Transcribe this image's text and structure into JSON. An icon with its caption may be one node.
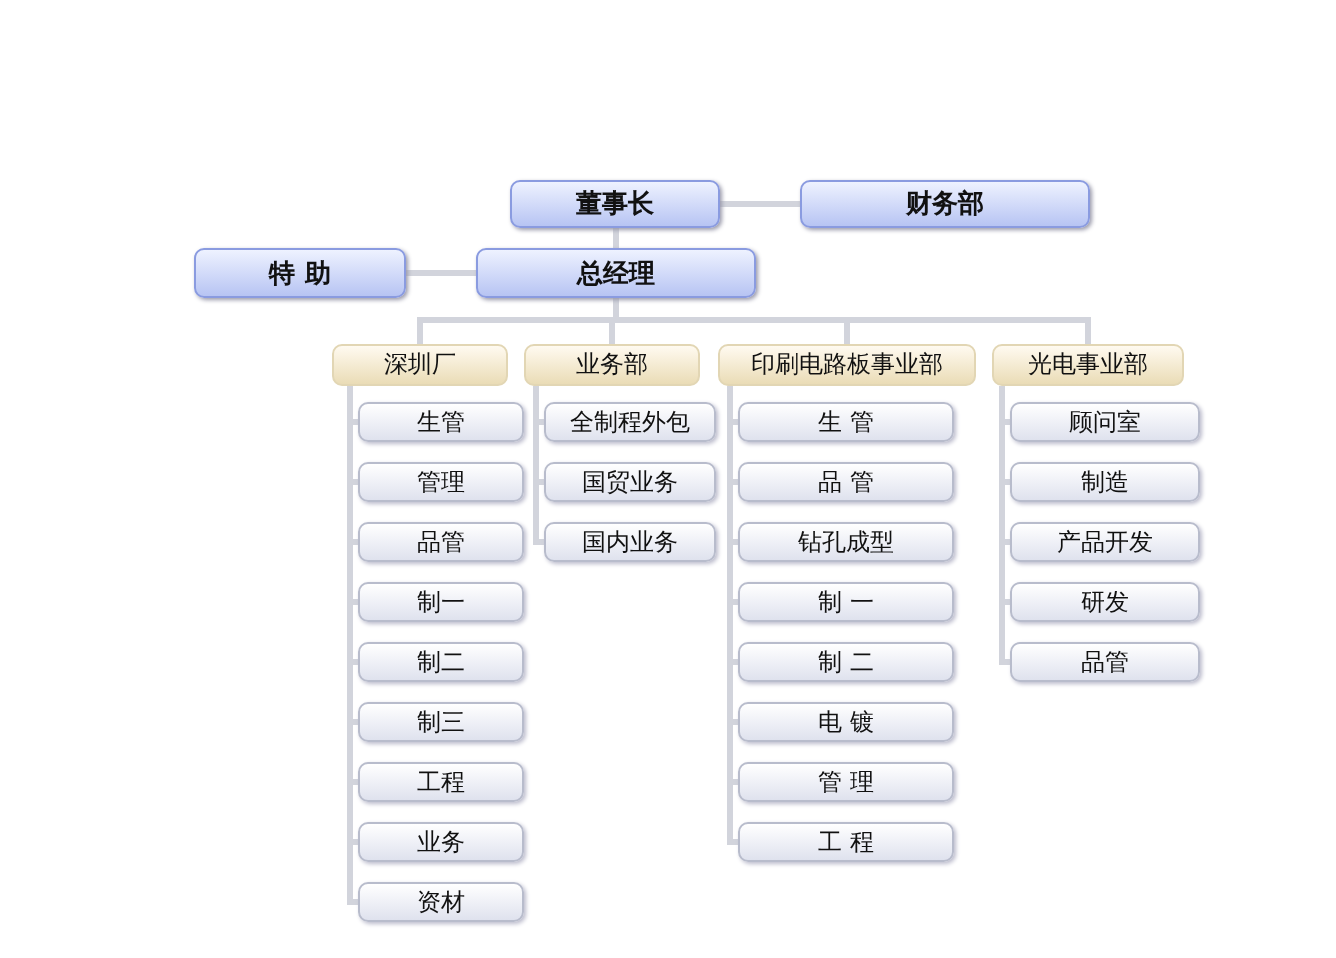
{
  "diagram": {
    "nodes": [
      {
        "text": [
          "董事长"
        ]
      },
      {
        "text": [
          "财务部"
        ]
      },
      {
        "text": [
          "特 助"
        ]
      },
      {
        "text": [
          "总经理"
        ]
      },
      {
        "text": [
          "深圳厂"
        ]
      },
      {
        "text": [
          "业务部"
        ]
      },
      {
        "text": [
          "印刷电路板事业部"
        ]
      },
      {
        "text": [
          "光电事业部"
        ]
      },
      {
        "text": [
          "生管"
        ]
      },
      {
        "text": [
          "管理"
        ]
      },
      {
        "text": [
          "品管"
        ]
      },
      {
        "text": [
          "制一"
        ]
      },
      {
        "text": [
          "制二"
        ]
      },
      {
        "text": [
          "制三"
        ]
      },
      {
        "text": [
          "工程"
        ]
      },
      {
        "text": [
          "业务"
        ]
      },
      {
        "text": [
          "资材"
        ]
      },
      {
        "text": [
          "全制程外包"
        ]
      },
      {
        "text": [
          "国贸业务"
        ]
      },
      {
        "text": [
          "国内业务"
        ]
      },
      {
        "text": [
          "生 管"
        ]
      },
      {
        "text": [
          "品 管"
        ]
      },
      {
        "text": [
          "钻孔成型"
        ]
      },
      {
        "text": [
          "制 一"
        ]
      },
      {
        "text": [
          "制 二"
        ]
      },
      {
        "text": [
          "电 镀"
        ]
      },
      {
        "text": [
          "管 理"
        ]
      },
      {
        "text": [
          "工 程"
        ]
      },
      {
        "text": [
          "顾问室"
        ]
      },
      {
        "text": [
          "制造"
        ]
      },
      {
        "text": [
          "产品开发"
        ]
      },
      {
        "text": [
          "研发"
        ]
      },
      {
        "text": [
          "品管"
        ]
      }
    ],
    "edges": [
      {
        "from": 0,
        "to": 1,
        "arrow": "none"
      },
      {
        "from": 0,
        "to": 3,
        "arrow": "none"
      },
      {
        "from": 2,
        "to": 3,
        "arrow": "none"
      },
      {
        "from": 3,
        "to": 4,
        "arrow": "none"
      },
      {
        "from": 3,
        "to": 5,
        "arrow": "none"
      },
      {
        "from": 3,
        "to": 6,
        "arrow": "none"
      },
      {
        "from": 3,
        "to": 7,
        "arrow": "none"
      },
      {
        "from": 4,
        "to": 8,
        "arrow": "none"
      },
      {
        "from": 4,
        "to": 9,
        "arrow": "none"
      },
      {
        "from": 4,
        "to": 10,
        "arrow": "none"
      },
      {
        "from": 4,
        "to": 11,
        "arrow": "none"
      },
      {
        "from": 4,
        "to": 12,
        "arrow": "none"
      },
      {
        "from": 4,
        "to": 13,
        "arrow": "none"
      },
      {
        "from": 4,
        "to": 14,
        "arrow": "none"
      },
      {
        "from": 4,
        "to": 15,
        "arrow": "none"
      },
      {
        "from": 4,
        "to": 16,
        "arrow": "none"
      },
      {
        "from": 5,
        "to": 17,
        "arrow": "none"
      },
      {
        "from": 5,
        "to": 18,
        "arrow": "none"
      },
      {
        "from": 5,
        "to": 19,
        "arrow": "none"
      },
      {
        "from": 6,
        "to": 20,
        "arrow": "none"
      },
      {
        "from": 6,
        "to": 21,
        "arrow": "none"
      },
      {
        "from": 6,
        "to": 22,
        "arrow": "none"
      },
      {
        "from": 6,
        "to": 23,
        "arrow": "none"
      },
      {
        "from": 6,
        "to": 24,
        "arrow": "none"
      },
      {
        "from": 6,
        "to": 25,
        "arrow": "none"
      },
      {
        "from": 6,
        "to": 26,
        "arrow": "none"
      },
      {
        "from": 6,
        "to": 27,
        "arrow": "none"
      },
      {
        "from": 7,
        "to": 28,
        "arrow": "none"
      },
      {
        "from": 7,
        "to": 29,
        "arrow": "none"
      },
      {
        "from": 7,
        "to": 30,
        "arrow": "none"
      },
      {
        "from": 7,
        "to": 31,
        "arrow": "none"
      },
      {
        "from": 7,
        "to": 32,
        "arrow": "none"
      }
    ]
  }
}
